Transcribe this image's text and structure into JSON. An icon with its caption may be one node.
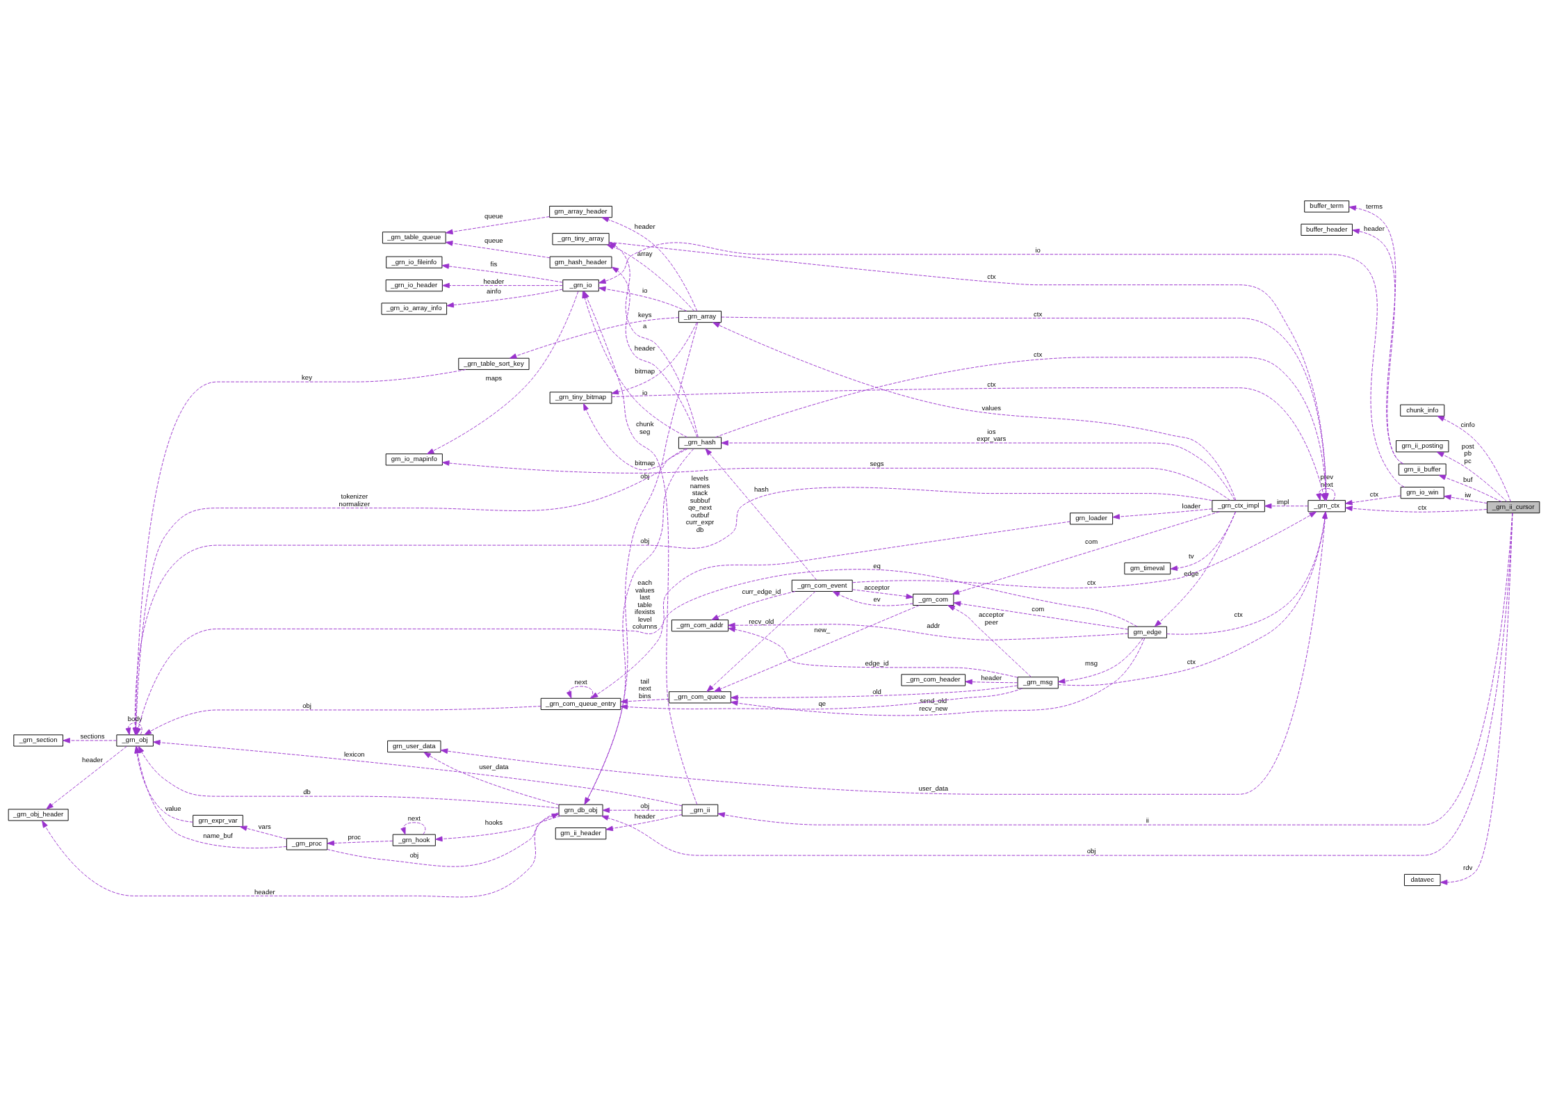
{
  "diagram": {
    "nodes": [
      {
        "text": [
          "_grn_ii_cursor"
        ]
      },
      {
        "text": [
          "chunk_info"
        ]
      },
      {
        "text": [
          "grn_ii_posting"
        ]
      },
      {
        "text": [
          "grn_ii_buffer"
        ]
      },
      {
        "text": [
          "buffer_header"
        ]
      },
      {
        "text": [
          "buffer_term"
        ]
      },
      {
        "text": [
          "grn_io_win"
        ]
      },
      {
        "text": [
          "datavec"
        ]
      },
      {
        "text": [
          "_grn_ii"
        ]
      },
      {
        "text": [
          "_grn_io"
        ]
      },
      {
        "text": [
          "_grn_io_fileinfo"
        ]
      },
      {
        "text": [
          "_grn_io_header"
        ]
      },
      {
        "text": [
          "_grn_io_array_info"
        ]
      },
      {
        "text": [
          "grn_ii_header"
        ]
      },
      {
        "text": [
          "_grn_table_queue"
        ]
      },
      {
        "text": [
          "grn_array_header"
        ]
      },
      {
        "text": [
          "grn_hash_header"
        ]
      },
      {
        "text": [
          "grn_user_data"
        ]
      },
      {
        "text": [
          "_grn_ctx"
        ]
      },
      {
        "text": [
          "_grn_tiny_array"
        ]
      },
      {
        "text": [
          "_grn_tiny_bitmap"
        ]
      },
      {
        "text": [
          "_grn_array"
        ]
      },
      {
        "text": [
          "_grn_hash"
        ]
      },
      {
        "text": [
          "grn_db_obj"
        ]
      },
      {
        "text": [
          "grn_io_mapinfo"
        ]
      },
      {
        "text": [
          "_grn_obj_header"
        ]
      },
      {
        "text": [
          "_grn_table_sort_key"
        ]
      },
      {
        "text": [
          "_grn_obj"
        ]
      },
      {
        "text": [
          "_grn_section"
        ]
      },
      {
        "text": [
          "grn_timeval"
        ]
      },
      {
        "text": [
          "_grn_ctx_impl"
        ]
      },
      {
        "text": [
          "grn_loader"
        ]
      },
      {
        "text": [
          "_grn_hook"
        ]
      },
      {
        "text": [
          "_grn_com_event"
        ]
      },
      {
        "text": [
          "_grn_com"
        ]
      },
      {
        "text": [
          "_grn_com_addr"
        ]
      },
      {
        "text": [
          "grn_edge"
        ]
      },
      {
        "text": [
          "_grn_com_header"
        ]
      },
      {
        "text": [
          "_grn_msg"
        ]
      },
      {
        "text": [
          "_grn_proc"
        ]
      },
      {
        "text": [
          "grn_expr_var"
        ]
      },
      {
        "text": [
          "_grn_com_queue"
        ]
      },
      {
        "text": [
          "_grn_com_queue_entry"
        ]
      }
    ],
    "edges": [
      {
        "from": 0,
        "to": 1,
        "label": "cinfo",
        "arrow": "to",
        "style": "dashed"
      },
      {
        "from": 0,
        "to": 2,
        "label": "post pb pc",
        "arrow": "to",
        "style": "dashed"
      },
      {
        "from": 0,
        "to": 3,
        "label": "buf",
        "arrow": "to",
        "style": "dashed"
      },
      {
        "from": 3,
        "to": 4,
        "label": "header",
        "arrow": "to",
        "style": "dashed"
      },
      {
        "from": 3,
        "to": 5,
        "label": "terms",
        "arrow": "to",
        "style": "dashed"
      },
      {
        "from": 0,
        "to": 6,
        "label": "iw",
        "arrow": "to",
        "style": "dashed"
      },
      {
        "from": 0,
        "to": 7,
        "label": "rdv",
        "arrow": "to",
        "style": "dashed"
      },
      {
        "from": 0,
        "to": 8,
        "label": "ii",
        "arrow": "to",
        "style": "dashed"
      },
      {
        "from": 0,
        "to": 18,
        "label": "ctx",
        "arrow": "to",
        "style": "dashed"
      },
      {
        "from": 0,
        "to": 23,
        "label": "obj",
        "arrow": "to",
        "style": "dashed"
      },
      {
        "from": 6,
        "to": 9,
        "label": "io",
        "arrow": "to",
        "style": "dashed"
      },
      {
        "from": 6,
        "to": 18,
        "label": "ctx",
        "arrow": "to",
        "style": "dashed"
      },
      {
        "from": 8,
        "to": 9,
        "label": "chunk seg",
        "arrow": "to",
        "style": "dashed"
      },
      {
        "from": 8,
        "to": 13,
        "label": "header",
        "arrow": "to",
        "style": "dashed"
      },
      {
        "from": 8,
        "to": 27,
        "label": "lexicon",
        "arrow": "to",
        "style": "dashed"
      },
      {
        "from": 8,
        "to": 23,
        "label": "obj",
        "arrow": "to",
        "style": "dashed"
      },
      {
        "from": 9,
        "to": 10,
        "label": "fis",
        "arrow": "to",
        "style": "dashed"
      },
      {
        "from": 9,
        "to": 11,
        "label": "header",
        "arrow": "to",
        "style": "dashed"
      },
      {
        "from": 9,
        "to": 12,
        "label": "ainfo",
        "arrow": "to",
        "style": "dashed"
      },
      {
        "from": 9,
        "to": 24,
        "label": "maps",
        "arrow": "to",
        "style": "dashed"
      },
      {
        "from": 15,
        "to": 14,
        "label": "queue",
        "arrow": "to",
        "style": "dashed"
      },
      {
        "from": 16,
        "to": 14,
        "label": "queue",
        "arrow": "to",
        "style": "dashed"
      },
      {
        "from": 22,
        "to": 16,
        "label": "header",
        "arrow": "to",
        "style": "dashed"
      },
      {
        "from": 22,
        "to": 9,
        "label": "io",
        "arrow": "to",
        "style": "dashed"
      },
      {
        "from": 18,
        "to": 17,
        "label": "user_data",
        "arrow": "to",
        "style": "dashed"
      },
      {
        "from": 23,
        "to": 17,
        "label": "user_data",
        "arrow": "to",
        "style": "dashed"
      },
      {
        "from": 18,
        "to": 18,
        "label": "prev next",
        "arrow": "to",
        "style": "dashed"
      },
      {
        "from": 22,
        "to": 19,
        "label": "a",
        "arrow": "to",
        "style": "dashed"
      },
      {
        "from": 22,
        "to": 18,
        "label": "ctx",
        "arrow": "to",
        "style": "dashed"
      },
      {
        "from": 22,
        "to": 20,
        "label": "bitmap",
        "arrow": "to",
        "style": "dashed"
      },
      {
        "from": 22,
        "to": 27,
        "label": "tokenizer normalizer",
        "arrow": "to",
        "style": "dashed"
      },
      {
        "from": 22,
        "to": 23,
        "label": "obj",
        "arrow": "to",
        "style": "dashed"
      },
      {
        "from": 19,
        "to": 18,
        "label": "ctx",
        "arrow": "to",
        "style": "dashed"
      },
      {
        "from": 20,
        "to": 18,
        "label": "ctx",
        "arrow": "to",
        "style": "dashed"
      },
      {
        "from": 21,
        "to": 19,
        "label": "array",
        "arrow": "to",
        "style": "dashed"
      },
      {
        "from": 21,
        "to": 18,
        "label": "ctx",
        "arrow": "to",
        "style": "dashed"
      },
      {
        "from": 21,
        "to": 20,
        "label": "bitmap",
        "arrow": "to",
        "style": "dashed"
      },
      {
        "from": 21,
        "to": 23,
        "label": "obj",
        "arrow": "to",
        "style": "dashed"
      },
      {
        "from": 21,
        "to": 9,
        "label": "io",
        "arrow": "to",
        "style": "dashed"
      },
      {
        "from": 21,
        "to": 15,
        "label": "header",
        "arrow": "to",
        "style": "dashed"
      },
      {
        "from": 21,
        "to": 26,
        "label": "keys",
        "arrow": "to",
        "style": "dashed"
      },
      {
        "from": 36,
        "to": 18,
        "label": "ctx",
        "arrow": "to",
        "style": "dashed"
      },
      {
        "from": 18,
        "to": 30,
        "label": "impl",
        "arrow": "to",
        "style": "dashed"
      },
      {
        "from": 23,
        "to": 25,
        "label": "header",
        "arrow": "to",
        "style": "dashed"
      },
      {
        "from": 23,
        "to": 27,
        "label": "db",
        "arrow": "to",
        "style": "dashed"
      },
      {
        "from": 23,
        "to": 32,
        "label": "hooks",
        "arrow": "to",
        "style": "dashed"
      },
      {
        "from": 30,
        "to": 24,
        "label": "segs",
        "arrow": "to",
        "style": "dashed"
      },
      {
        "from": 30,
        "to": 22,
        "label": "ios expr_vars",
        "arrow": "to",
        "style": "dashed"
      },
      {
        "from": 33,
        "to": 22,
        "label": "hash",
        "arrow": "to",
        "style": "dashed"
      },
      {
        "from": 33,
        "to": 18,
        "label": "ctx",
        "arrow": "to",
        "style": "dashed"
      },
      {
        "from": 26,
        "to": 27,
        "label": "key",
        "arrow": "to",
        "style": "dashed"
      },
      {
        "from": 27,
        "to": 27,
        "label": "body",
        "arrow": "to",
        "style": "dashed"
      },
      {
        "from": 27,
        "to": 25,
        "label": "header",
        "arrow": "to",
        "style": "dashed"
      },
      {
        "from": 27,
        "to": 28,
        "label": "sections",
        "arrow": "to",
        "style": "dashed"
      },
      {
        "from": 31,
        "to": 27,
        "label": "each values last table ifexists level columns",
        "arrow": "to",
        "style": "dashed"
      },
      {
        "from": 30,
        "to": 27,
        "label": "levels names stack subbuf qe_next outbuf curr_expr db",
        "arrow": "to",
        "style": "dashed"
      },
      {
        "from": 30,
        "to": 29,
        "label": "tv",
        "arrow": "to",
        "style": "dashed"
      },
      {
        "from": 30,
        "to": 31,
        "label": "loader",
        "arrow": "to",
        "style": "dashed"
      },
      {
        "from": 30,
        "to": 21,
        "label": "values",
        "arrow": "to",
        "style": "dashed"
      },
      {
        "from": 30,
        "to": 36,
        "label": "edge",
        "arrow": "to",
        "style": "dashed"
      },
      {
        "from": 30,
        "to": 34,
        "label": "com",
        "arrow": "to",
        "style": "dashed"
      },
      {
        "from": 32,
        "to": 32,
        "label": "next",
        "arrow": "to",
        "style": "dashed"
      },
      {
        "from": 32,
        "to": 39,
        "label": "proc",
        "arrow": "to",
        "style": "dashed"
      },
      {
        "from": 39,
        "to": 23,
        "label": "obj",
        "arrow": "to",
        "style": "dashed"
      },
      {
        "from": 39,
        "to": 27,
        "label": "name_buf",
        "arrow": "to",
        "style": "dashed"
      },
      {
        "from": 39,
        "to": 40,
        "label": "vars",
        "arrow": "to",
        "style": "dashed"
      },
      {
        "from": 40,
        "to": 27,
        "label": "value",
        "arrow": "to",
        "style": "dashed"
      },
      {
        "from": 42,
        "to": 27,
        "label": "obj",
        "arrow": "to",
        "style": "dashed"
      },
      {
        "from": 42,
        "to": 42,
        "label": "next",
        "arrow": "to",
        "style": "dashed"
      },
      {
        "from": 41,
        "to": 42,
        "label": "tail next bins",
        "arrow": "to",
        "style": "dashed"
      },
      {
        "from": 33,
        "to": 34,
        "label": "acceptor",
        "arrow": "to",
        "style": "dashed"
      },
      {
        "from": 34,
        "to": 33,
        "label": "ev",
        "arrow": "to",
        "style": "dashed"
      },
      {
        "from": 33,
        "to": 35,
        "label": "curr_edge_id",
        "arrow": "to",
        "style": "dashed"
      },
      {
        "from": 33,
        "to": 41,
        "label": "recv_old",
        "arrow": "to",
        "style": "dashed"
      },
      {
        "from": 34,
        "to": 41,
        "label": "new_",
        "arrow": "to",
        "style": "dashed"
      },
      {
        "from": 38,
        "to": 34,
        "label": "acceptor peer",
        "arrow": "to",
        "style": "dashed"
      },
      {
        "from": 38,
        "to": 18,
        "label": "ctx",
        "arrow": "to",
        "style": "dashed"
      },
      {
        "from": 36,
        "to": 34,
        "label": "com",
        "arrow": "to",
        "style": "dashed"
      },
      {
        "from": 36,
        "to": 35,
        "label": "addr",
        "arrow": "to",
        "style": "dashed"
      },
      {
        "from": 36,
        "to": 38,
        "label": "msg",
        "arrow": "to",
        "style": "dashed"
      },
      {
        "from": 38,
        "to": 37,
        "label": "header",
        "arrow": "to",
        "style": "dashed"
      },
      {
        "from": 38,
        "to": 35,
        "label": "edge_id",
        "arrow": "to",
        "style": "dashed"
      },
      {
        "from": 38,
        "to": 41,
        "label": "old",
        "arrow": "to",
        "style": "dashed"
      },
      {
        "from": 38,
        "to": 42,
        "label": "qe",
        "arrow": "to",
        "style": "dashed"
      },
      {
        "from": 36,
        "to": 41,
        "label": "send_old recv_new",
        "arrow": "to",
        "style": "dashed"
      },
      {
        "from": 36,
        "to": 42,
        "label": "eq",
        "arrow": "to",
        "style": "dashed"
      }
    ]
  }
}
